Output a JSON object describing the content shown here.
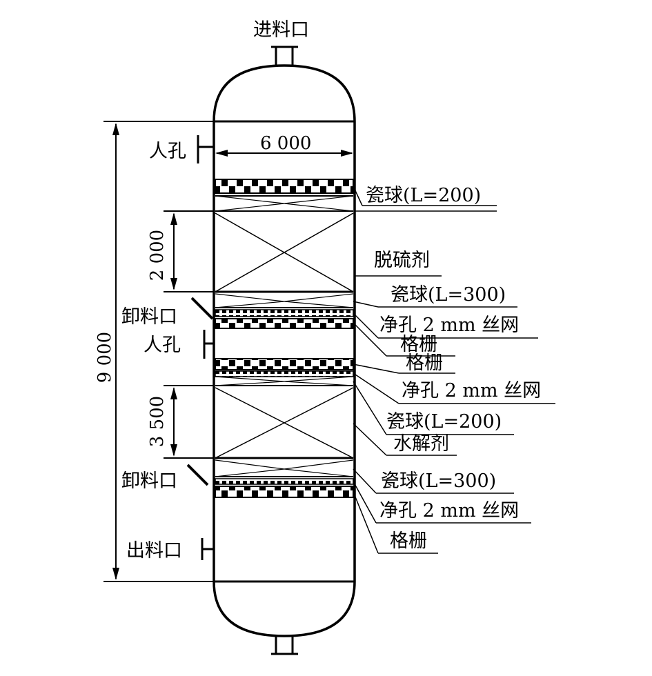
{
  "top_labels": {
    "inlet": "进料口"
  },
  "dimensions": {
    "diameter": "6 000",
    "total_height": "9 000",
    "bed1_height": "2 000",
    "bed2_height": "3 500"
  },
  "left_labels": {
    "manhole_top": "人孔",
    "discharge_upper": "卸料口",
    "manhole_mid": "人孔",
    "discharge_lower": "卸料口",
    "outlet": "出料口"
  },
  "right_labels": [
    "瓷球(L=200)",
    "脱硫剂",
    "瓷球(L=300)",
    "净孔 2 mm 丝网",
    "格栅",
    "格栅",
    "净孔 2 mm 丝网",
    "瓷球(L=200)",
    "水解剂",
    "瓷球(L=300)",
    "净孔 2 mm 丝网",
    "格栅"
  ]
}
